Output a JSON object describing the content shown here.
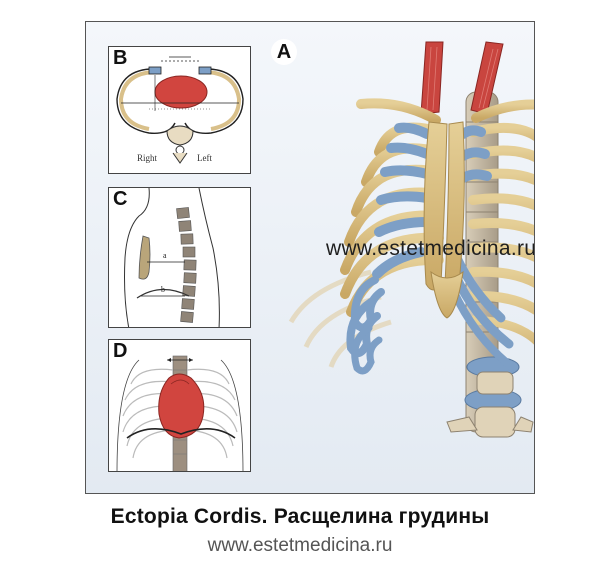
{
  "figure": {
    "panels": {
      "a": {
        "letter": "A"
      },
      "b": {
        "letter": "B",
        "label_right": "Right",
        "label_left": "Left"
      },
      "c": {
        "letter": "C",
        "label_a": "a",
        "label_b": "b"
      },
      "d": {
        "letter": "D"
      }
    },
    "watermark": "www.estetmedicina.ru"
  },
  "caption": {
    "title": "Ectopia Cordis. Расщелина грудины",
    "url": "www.estetmedicina.ru"
  },
  "colors": {
    "bone": "#d9c08a",
    "cartilage": "#7d9fc6",
    "heart": "#d1453f",
    "muscle": "#c9453f",
    "spine": "#9d8f80"
  }
}
